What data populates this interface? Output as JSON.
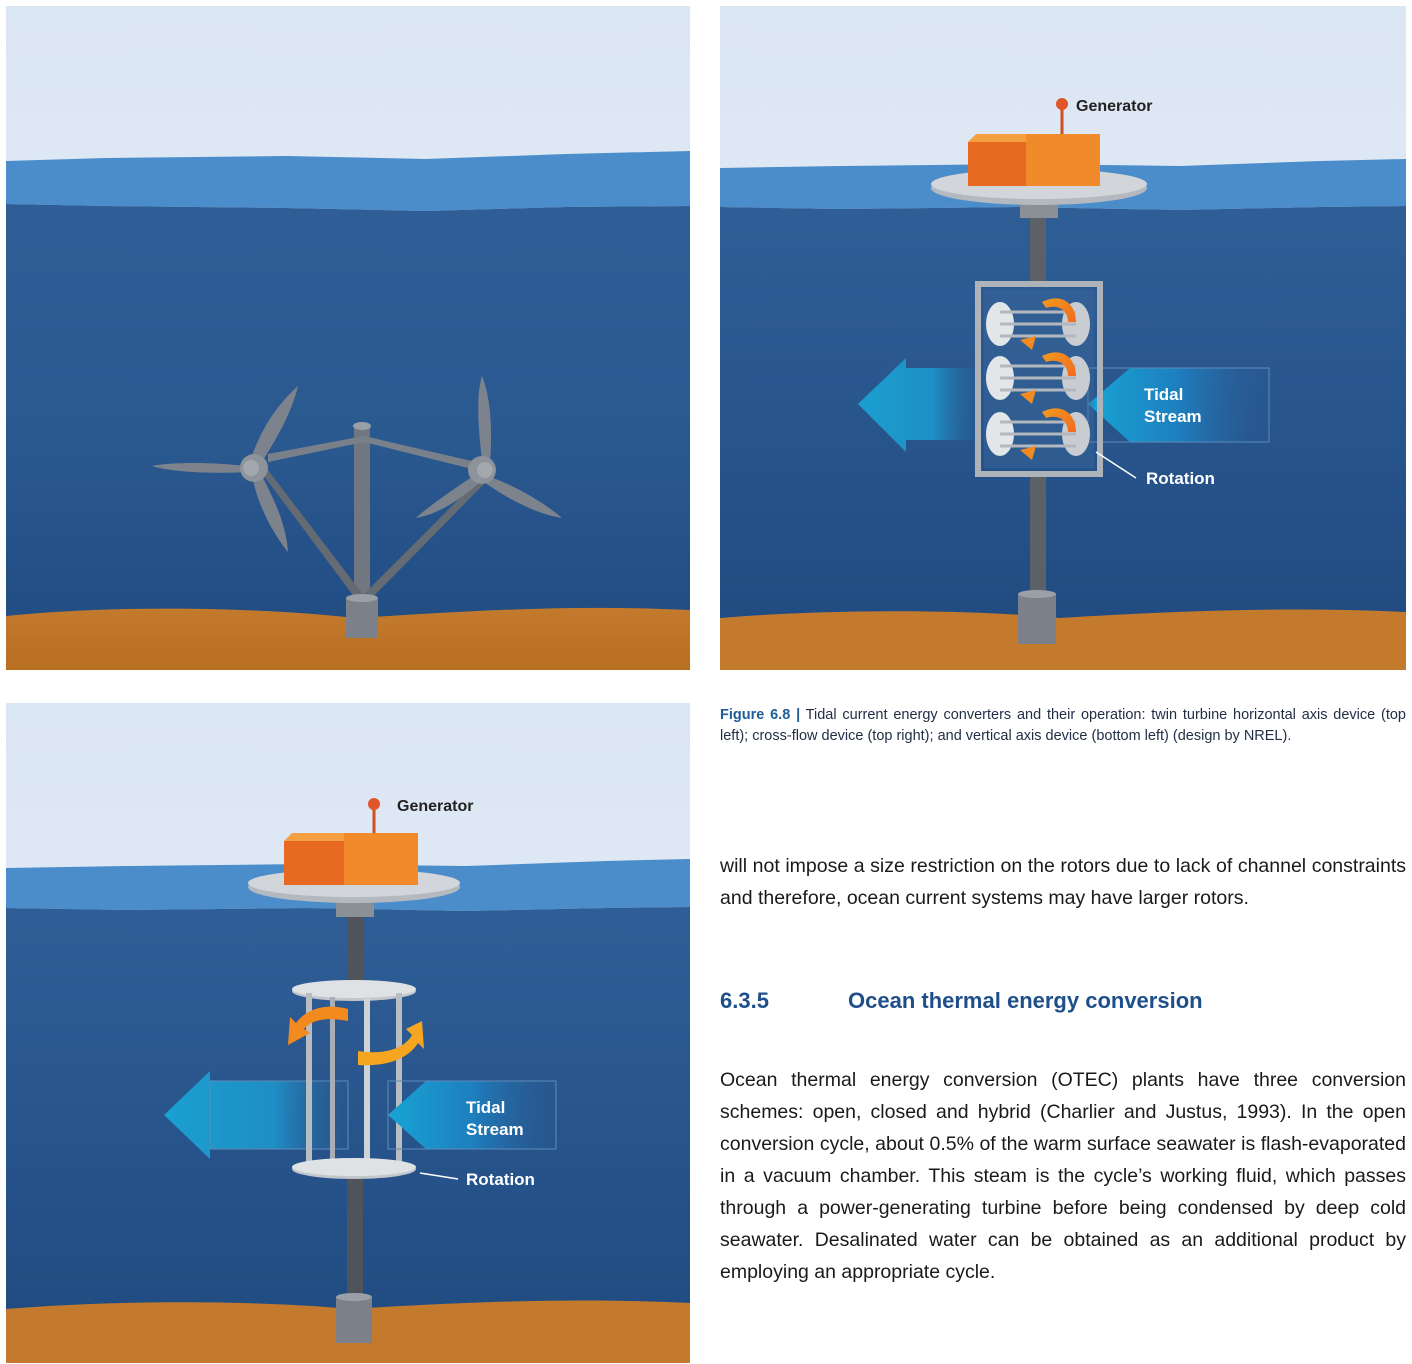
{
  "figures": {
    "top_right": {
      "generator_label": "Generator",
      "stream_label_line1": "Tidal",
      "stream_label_line2": "Stream",
      "rotation_label": "Rotation"
    },
    "bottom_left": {
      "generator_label": "Generator",
      "stream_label_line1": "Tidal",
      "stream_label_line2": "Stream",
      "rotation_label": "Rotation"
    }
  },
  "caption": {
    "figure_number": "Figure 6.8 |",
    "text": " Tidal current energy converters and their operation: twin turbine horizontal axis device (top left); cross-flow device (top right); and vertical axis device (bottom left) (design by NREL)."
  },
  "paragraph_1": "will not impose a size restriction on the rotors due to lack of channel constraints and therefore, ocean current systems may have larger rotors.",
  "section": {
    "number": "6.3.5",
    "title": "Ocean thermal energy conversion"
  },
  "paragraph_2": "Ocean thermal energy conversion (OTEC) plants have three conversion schemes: open, closed and hybrid (Charlier and Justus, 1993). In the open conversion cycle, about 0.5% of the warm surface seawater is flash-evaporated in a vacuum chamber. This steam is the cycle’s working fluid, which passes through a power-generating turbine before being condensed by deep cold seawater. Desalinated water can be obtained as an additional product by employing an appropriate cycle.",
  "colors": {
    "sky": "#dce6f3",
    "surface": "#4c8ecb",
    "deep_water": "#27548b",
    "seabed": "#c57a2c",
    "generator": "#f0842a",
    "heading": "#1f4f8a"
  }
}
